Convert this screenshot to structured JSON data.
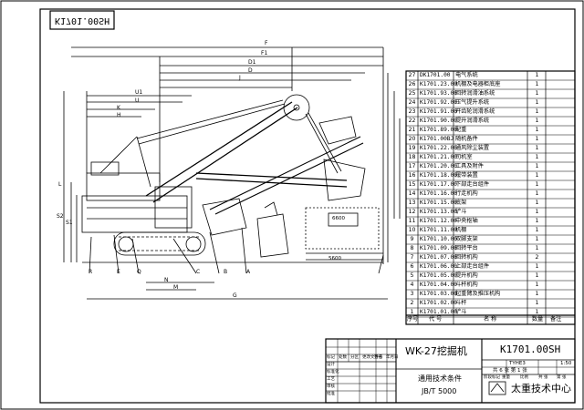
{
  "drawing": {
    "mirrored_code": "K1701.00SH",
    "title": "WK-27挖掘机",
    "code": "K1701.00SH",
    "spec_label": "通用技术条件",
    "spec_code": "JB/T 5000",
    "center_name": "太重技术中心",
    "rating_label": "TYHE3",
    "scale_value": "1:50",
    "sheet_info": "共 6 张  第 1 张"
  },
  "dimension_labels": [
    "F",
    "F1",
    "D1",
    "D",
    "J",
    "U1",
    "U",
    "K",
    "H",
    "S2",
    "S1",
    "L",
    "M",
    "N",
    "G",
    "R",
    "E",
    "Q",
    "A",
    "B",
    "C"
  ],
  "view_labels": [
    "6600",
    "5600"
  ],
  "parts_list": {
    "headers": {
      "index": "序号",
      "code": "代 号",
      "name": "名 称",
      "qty": "数量",
      "remark": "备注"
    },
    "rows": [
      {
        "i": "27",
        "code": "DK1701.00",
        "name": "电气系统",
        "qty": "1"
      },
      {
        "i": "26",
        "code": "K1701.23.00",
        "name": "机棚及电器柜底座",
        "qty": "1"
      },
      {
        "i": "25",
        "code": "K1701.93.00",
        "name": "回转润滑油系统",
        "qty": "1"
      },
      {
        "i": "24",
        "code": "K1701.92.00",
        "name": "压气提升系统",
        "qty": "1"
      },
      {
        "i": "23",
        "code": "K1701.91.00",
        "name": "开齿轮润滑系统",
        "qty": "1"
      },
      {
        "i": "22",
        "code": "K1701.90.00",
        "name": "提升润滑系统",
        "qty": "1"
      },
      {
        "i": "21",
        "code": "K1701.89.00",
        "name": "配重",
        "qty": "1"
      },
      {
        "i": "20",
        "code": "K1701.00BJ",
        "name": "随机备件",
        "qty": "1"
      },
      {
        "i": "19",
        "code": "K1701.22.00",
        "name": "通风除尘装置",
        "qty": "1"
      },
      {
        "i": "18",
        "code": "K1701.21.00",
        "name": "司机室",
        "qty": "1"
      },
      {
        "i": "17",
        "code": "K1701.20.00",
        "name": "工具及附件",
        "qty": "1"
      },
      {
        "i": "16",
        "code": "K1701.18.00",
        "name": "履带装置",
        "qty": "1"
      },
      {
        "i": "15",
        "code": "K1701.17.00",
        "name": "下部走台组件",
        "qty": "1"
      },
      {
        "i": "14",
        "code": "K1701.16.00",
        "name": "行走机构",
        "qty": "1"
      },
      {
        "i": "13",
        "code": "K1701.15.00",
        "name": "底架",
        "qty": "1"
      },
      {
        "i": "12",
        "code": "K1701.13.00",
        "name": "铲斗",
        "qty": "1"
      },
      {
        "i": "11",
        "code": "K1701.12.00",
        "name": "中央枢轴",
        "qty": "1"
      },
      {
        "i": "10",
        "code": "K1701.11.00",
        "name": "机棚",
        "qty": "1"
      },
      {
        "i": "9",
        "code": "K1701.10.00",
        "name": "双脚支架",
        "qty": "1"
      },
      {
        "i": "8",
        "code": "K1701.09.00",
        "name": "回转平台",
        "qty": "1"
      },
      {
        "i": "7",
        "code": "K1701.07.00",
        "name": "回转机构",
        "qty": "2"
      },
      {
        "i": "6",
        "code": "K1701.06.00",
        "name": "上部走台组件",
        "qty": "1"
      },
      {
        "i": "5",
        "code": "K1701.05.00",
        "name": "提升机构",
        "qty": "1"
      },
      {
        "i": "4",
        "code": "K1701.04.00",
        "name": "斗杆机构",
        "qty": "1"
      },
      {
        "i": "3",
        "code": "K1701.03.00",
        "name": "起重臂及推压机构",
        "qty": "1"
      },
      {
        "i": "2",
        "code": "K1701.02.00",
        "name": "斗杆",
        "qty": "1"
      },
      {
        "i": "1",
        "code": "K1701.01.00",
        "name": "铲斗",
        "qty": "1"
      }
    ]
  },
  "title_block": {
    "rows": [
      "标记",
      "处数",
      "分区",
      "更改文件号",
      "签名",
      "年月日"
    ],
    "roles": [
      "设计",
      "标准化",
      "工艺",
      "审核",
      "批准"
    ],
    "mid": [
      "阶段标记",
      "重量",
      "比例",
      "共 张",
      "第 张"
    ]
  }
}
